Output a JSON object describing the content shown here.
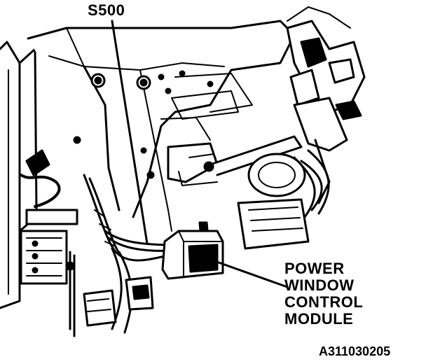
{
  "callouts": {
    "splice": "S500",
    "module_lines": [
      "POWER",
      "WINDOW",
      "CONTROL",
      "MODULE"
    ]
  },
  "figure_id": "A311030205"
}
